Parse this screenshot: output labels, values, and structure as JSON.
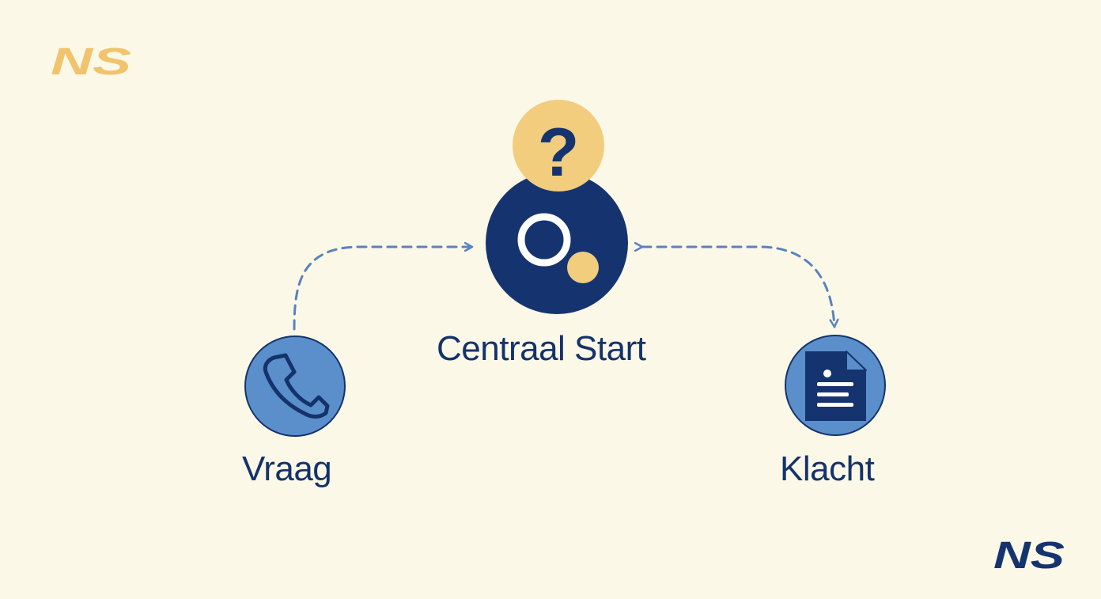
{
  "logos": {
    "top_left_text": "NS",
    "bottom_right_text": "NS"
  },
  "colors": {
    "background": "#fcf8e7",
    "navy": "#15346f",
    "gold": "#f2cd7e",
    "blue": "#5b8fcb",
    "arrow": "#5a82c0"
  },
  "nodes": {
    "center": {
      "label": "Centraal Start",
      "icon": "magnifier-icon",
      "badge": "?"
    },
    "left": {
      "label": "Vraag",
      "icon": "phone-icon"
    },
    "right": {
      "label": "Klacht",
      "icon": "document-icon"
    }
  }
}
